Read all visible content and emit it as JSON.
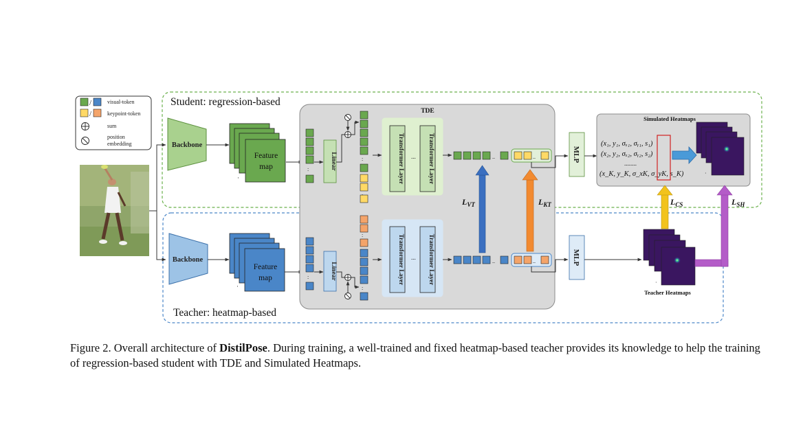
{
  "legend": {
    "visual_token": "visual-token",
    "keypoint_token": "keypoint-token",
    "sum": "sum",
    "position_embedding": [
      "position",
      "embedding"
    ]
  },
  "student": {
    "title": "Student: regression-based",
    "backbone": "Backbone",
    "feature_map": [
      "Feature",
      "map"
    ],
    "linear": "Linear",
    "mlp": "MLP"
  },
  "teacher": {
    "title": "Teacher: heatmap-based",
    "backbone": "Backbone",
    "feature_map": [
      "Feature",
      "map"
    ],
    "linear": "Linear",
    "mlp": "MLP",
    "heatmaps_label": "Teacher Heatmaps"
  },
  "tde": {
    "title": "TDE",
    "transformer_layer": "Transformer Layer"
  },
  "simulated": {
    "title": "Simulated Heatmaps",
    "row1": "(x₁, y₁, σₓ₁, σᵧ₁, s₁)",
    "row2": "(x₂, y₂, σₓ₂, σᵧ₂, s₂)",
    "dots": "........",
    "rowK": "(x_K, y_K, σ_xK, σ_yK, s_K)"
  },
  "losses": {
    "vt": "VT",
    "kt": "KT",
    "cs": "CS",
    "sh": "SH"
  },
  "caption": {
    "prefix": "Figure 2.  Overall architecture of ",
    "bold": "DistilPose",
    "suffix": ".  During training, a well-trained and fixed heatmap-based teacher provides its knowledge to help the training of regression-based student with TDE and Simulated Heatmaps."
  },
  "colors": {
    "student_green": "#6aa84f",
    "teacher_blue": "#4a86c8",
    "keypoint_yellow": "#ffd966",
    "keypoint_orange": "#f4a46a",
    "arrow_blue": "#3a6fc0",
    "arrow_orange": "#f28a30",
    "arrow_yellow": "#f2c31c",
    "arrow_purple": "#b45cc8",
    "loss_red": "#cc0000"
  }
}
